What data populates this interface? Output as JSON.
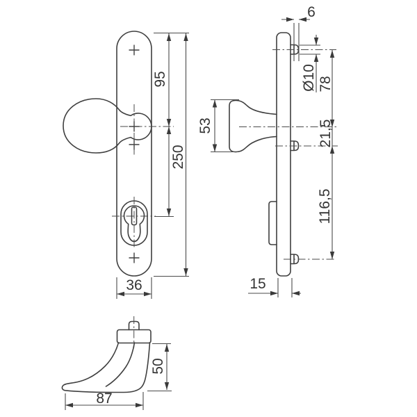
{
  "title": "Door fitting technical drawing",
  "dimensions": {
    "front": {
      "top_to_handle_center": "95",
      "total_plate_length": "250",
      "plate_width": "36"
    },
    "side": {
      "pin_tip_length": "6",
      "pin_diameter": "Ø10",
      "pin_to_handle_center": "78",
      "handle_center_to_pin2": "21,5",
      "pin2_to_pin3": "116,5",
      "plate_thickness": "15",
      "knob_height": "53"
    },
    "handle_profile": {
      "height": "50",
      "length": "87"
    }
  },
  "colors": {
    "line": "#3f3f3f",
    "text": "#343434",
    "background": "#ffffff"
  }
}
